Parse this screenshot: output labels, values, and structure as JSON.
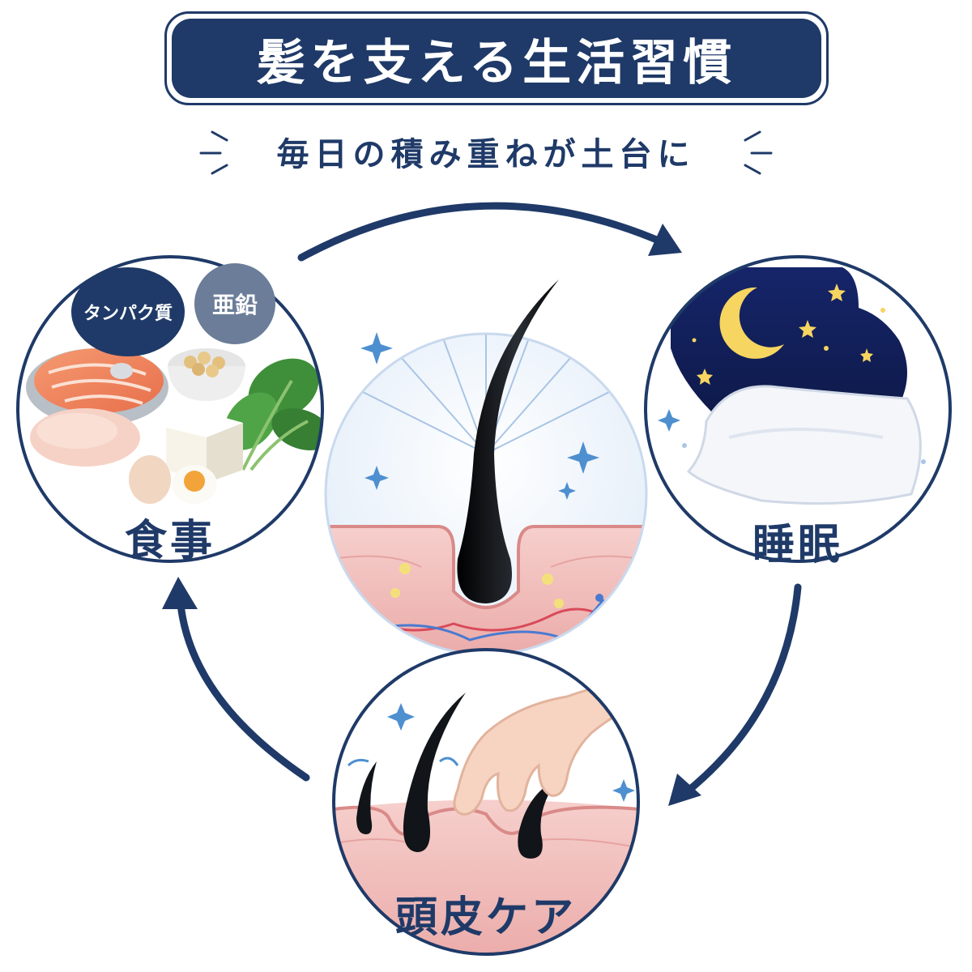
{
  "title": "髪を支える生活習慣",
  "subtitle": "毎日の積み重ねが土台に",
  "cards": {
    "diet": {
      "label": "食事",
      "badges": [
        "タンパク質",
        "亜鉛"
      ]
    },
    "sleep": {
      "label": "睡眠"
    },
    "scalp": {
      "label": "頭皮ケア"
    }
  },
  "colors": {
    "navy": "#1f3a68",
    "badge_gray": "#6b7d98",
    "skin": "#f4c3c1",
    "night": "#14235a",
    "moon": "#f6d560",
    "hair": "#111418",
    "sparkle": "#4e8fd0"
  },
  "icons": [
    "hair-follicle-icon",
    "moon-icon",
    "star-icon",
    "pillow-icon",
    "salmon-icon",
    "chicken-icon",
    "tofu-icon",
    "egg-icon",
    "spinach-icon",
    "soybeans-icon",
    "hand-icon",
    "sparkle-icon",
    "cycle-arrow-icon"
  ]
}
